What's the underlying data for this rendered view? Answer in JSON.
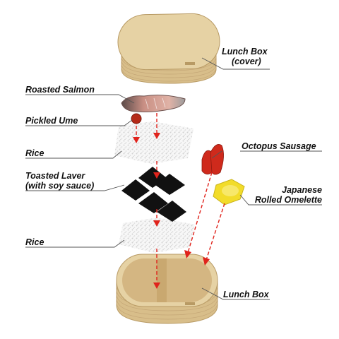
{
  "labels": {
    "cover": [
      "Lunch Box",
      "(cover)"
    ],
    "salmon": "Roasted Salmon",
    "ume": "Pickled Ume",
    "rice_top": "Rice",
    "laver": [
      "Toasted Laver",
      "(with soy sauce)"
    ],
    "rice_bottom": "Rice",
    "octopus": "Octopus Sausage",
    "omelette": [
      "Japanese",
      "Rolled Omelette"
    ],
    "box": "Lunch Box"
  },
  "colors": {
    "wood_top": "#e6d2a4",
    "wood_side": "#d8be8a",
    "wood_line": "#b89a64",
    "arrow": "#e0231c",
    "laver": "#111111",
    "rice": "#f6f6f6",
    "sausage": "#cf2a1c",
    "omelette": "#f2dc2a",
    "ume": "#b52a18",
    "salmon": "#c98f84"
  }
}
